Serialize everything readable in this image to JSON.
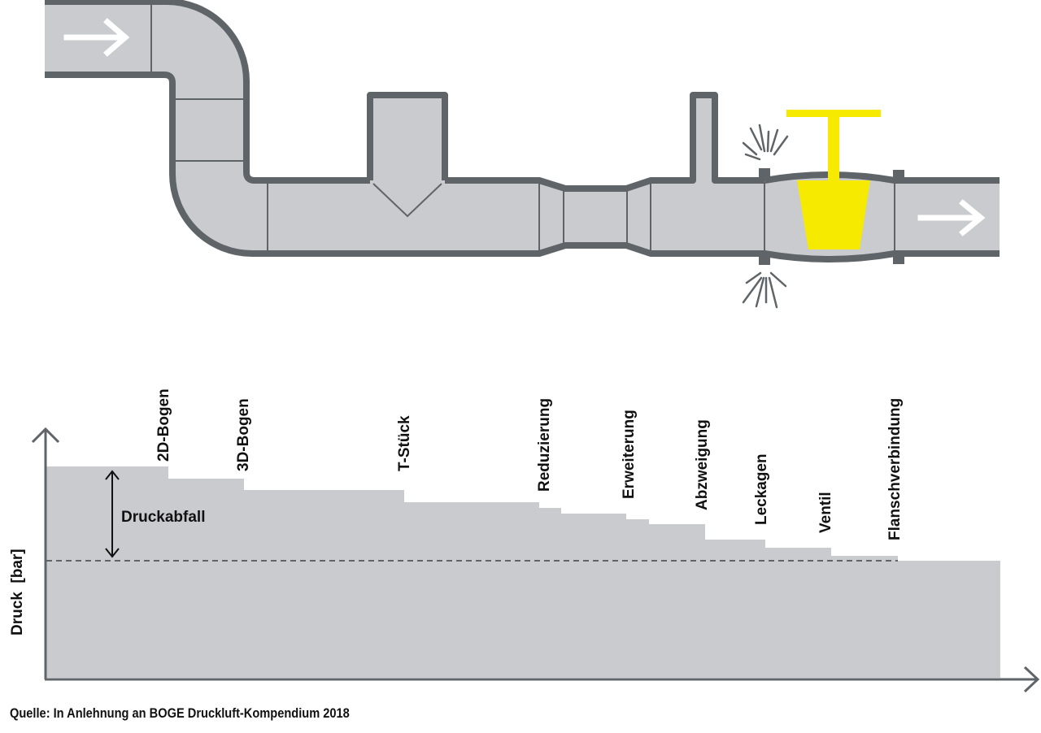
{
  "colors": {
    "pipe_fill": "#c9cbce",
    "pipe_stroke": "#5f6469",
    "valve": "#f5ea00",
    "area_fill": "#c9cbce",
    "axis": "#5f6469",
    "text": "#111111"
  },
  "icons": {
    "flow_in": "arrow-right-icon",
    "flow_out": "arrow-right-icon",
    "leak": "leak-spray-icon",
    "valve": "valve-icon"
  },
  "chart": {
    "ylabel": "Druck  [bar]",
    "annotation": "Druckabfall",
    "components": [
      "2D-Bogen",
      "3D-Bogen",
      "T-Stück",
      "Reduzierung",
      "Erweiterung",
      "Abzweigung",
      "Leckagen",
      "Ventil",
      "Flanschverbindung"
    ]
  },
  "source": "Quelle: In Anlehnung an BOGE Druckluft-Kompendium 2018"
}
